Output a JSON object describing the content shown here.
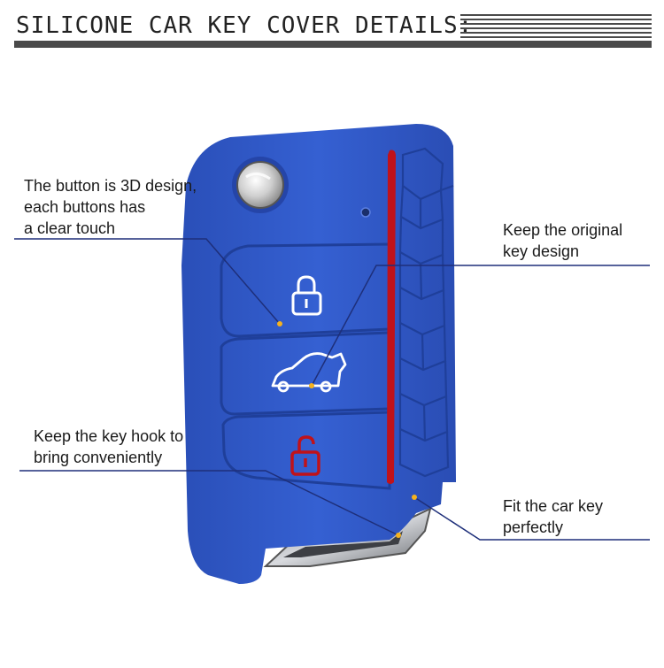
{
  "header": {
    "title": "SILICONE CAR KEY COVER DETAILS:"
  },
  "callouts": {
    "button_3d": {
      "line1": "The button is 3D design,",
      "line2": "each buttons has",
      "line3": "a clear touch"
    },
    "original_design": {
      "line1": "Keep the original",
      "line2": "key design"
    },
    "key_hook": {
      "line1": "Keep the key hook to",
      "line2": "bring conveniently"
    },
    "fit_key": {
      "line1": "Fit the car key",
      "line2": "perfectly"
    }
  },
  "icons": {
    "lock": "lock-icon",
    "trunk": "car-trunk-icon",
    "unlock": "unlock-icon"
  },
  "colors": {
    "cover_blue": "#2f57c4",
    "red_stripe": "#c0121a",
    "leader_line": "#1e2f7a",
    "dot": "#f5b21e"
  }
}
